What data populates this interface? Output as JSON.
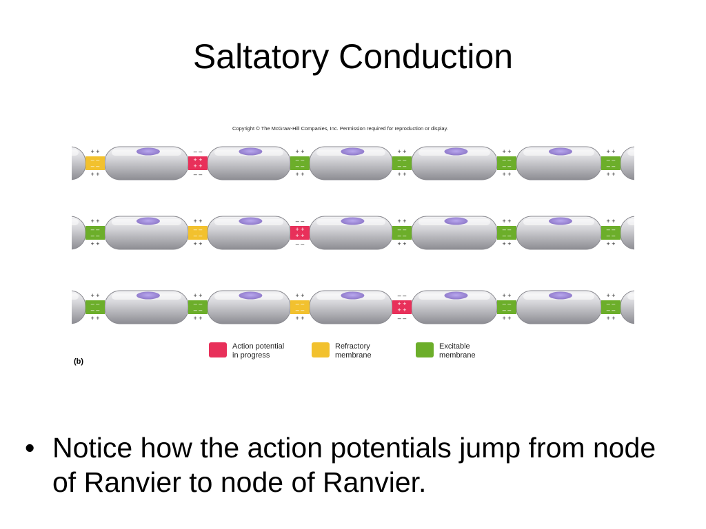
{
  "slide": {
    "title": "Saltatory Conduction",
    "bullet": "Notice how the action potentials jump from node of Ranvier to node of Ranvier."
  },
  "figure": {
    "copyright": "Copyright © The McGraw-Hill Companies, Inc. Permission required for reproduction or display.",
    "panel_label": "(b)",
    "colors": {
      "action_potential": "#e8305a",
      "refractory": "#f2c12e",
      "excitable": "#6cae2a",
      "myelin": "#c9c9cc",
      "nucleus": "#9a86d0"
    },
    "legend": [
      {
        "state": "action_potential",
        "line1": "Action potential",
        "line2": "in progress"
      },
      {
        "state": "refractory",
        "line1": "Refractory",
        "line2": "membrane"
      },
      {
        "state": "excitable",
        "line1": "Excitable",
        "line2": "membrane"
      }
    ],
    "rows": [
      [
        "refractory",
        "action_potential",
        "excitable",
        "excitable",
        "excitable",
        "excitable"
      ],
      [
        "excitable",
        "refractory",
        "action_potential",
        "excitable",
        "excitable",
        "excitable"
      ],
      [
        "excitable",
        "excitable",
        "refractory",
        "action_potential",
        "excitable",
        "excitable"
      ]
    ],
    "charges": {
      "action_potential": {
        "outer": "– –",
        "inner": "+ +"
      },
      "refractory": {
        "outer": "+ +",
        "inner": "– –"
      },
      "excitable": {
        "outer": "+ +",
        "inner": "– –"
      }
    }
  }
}
